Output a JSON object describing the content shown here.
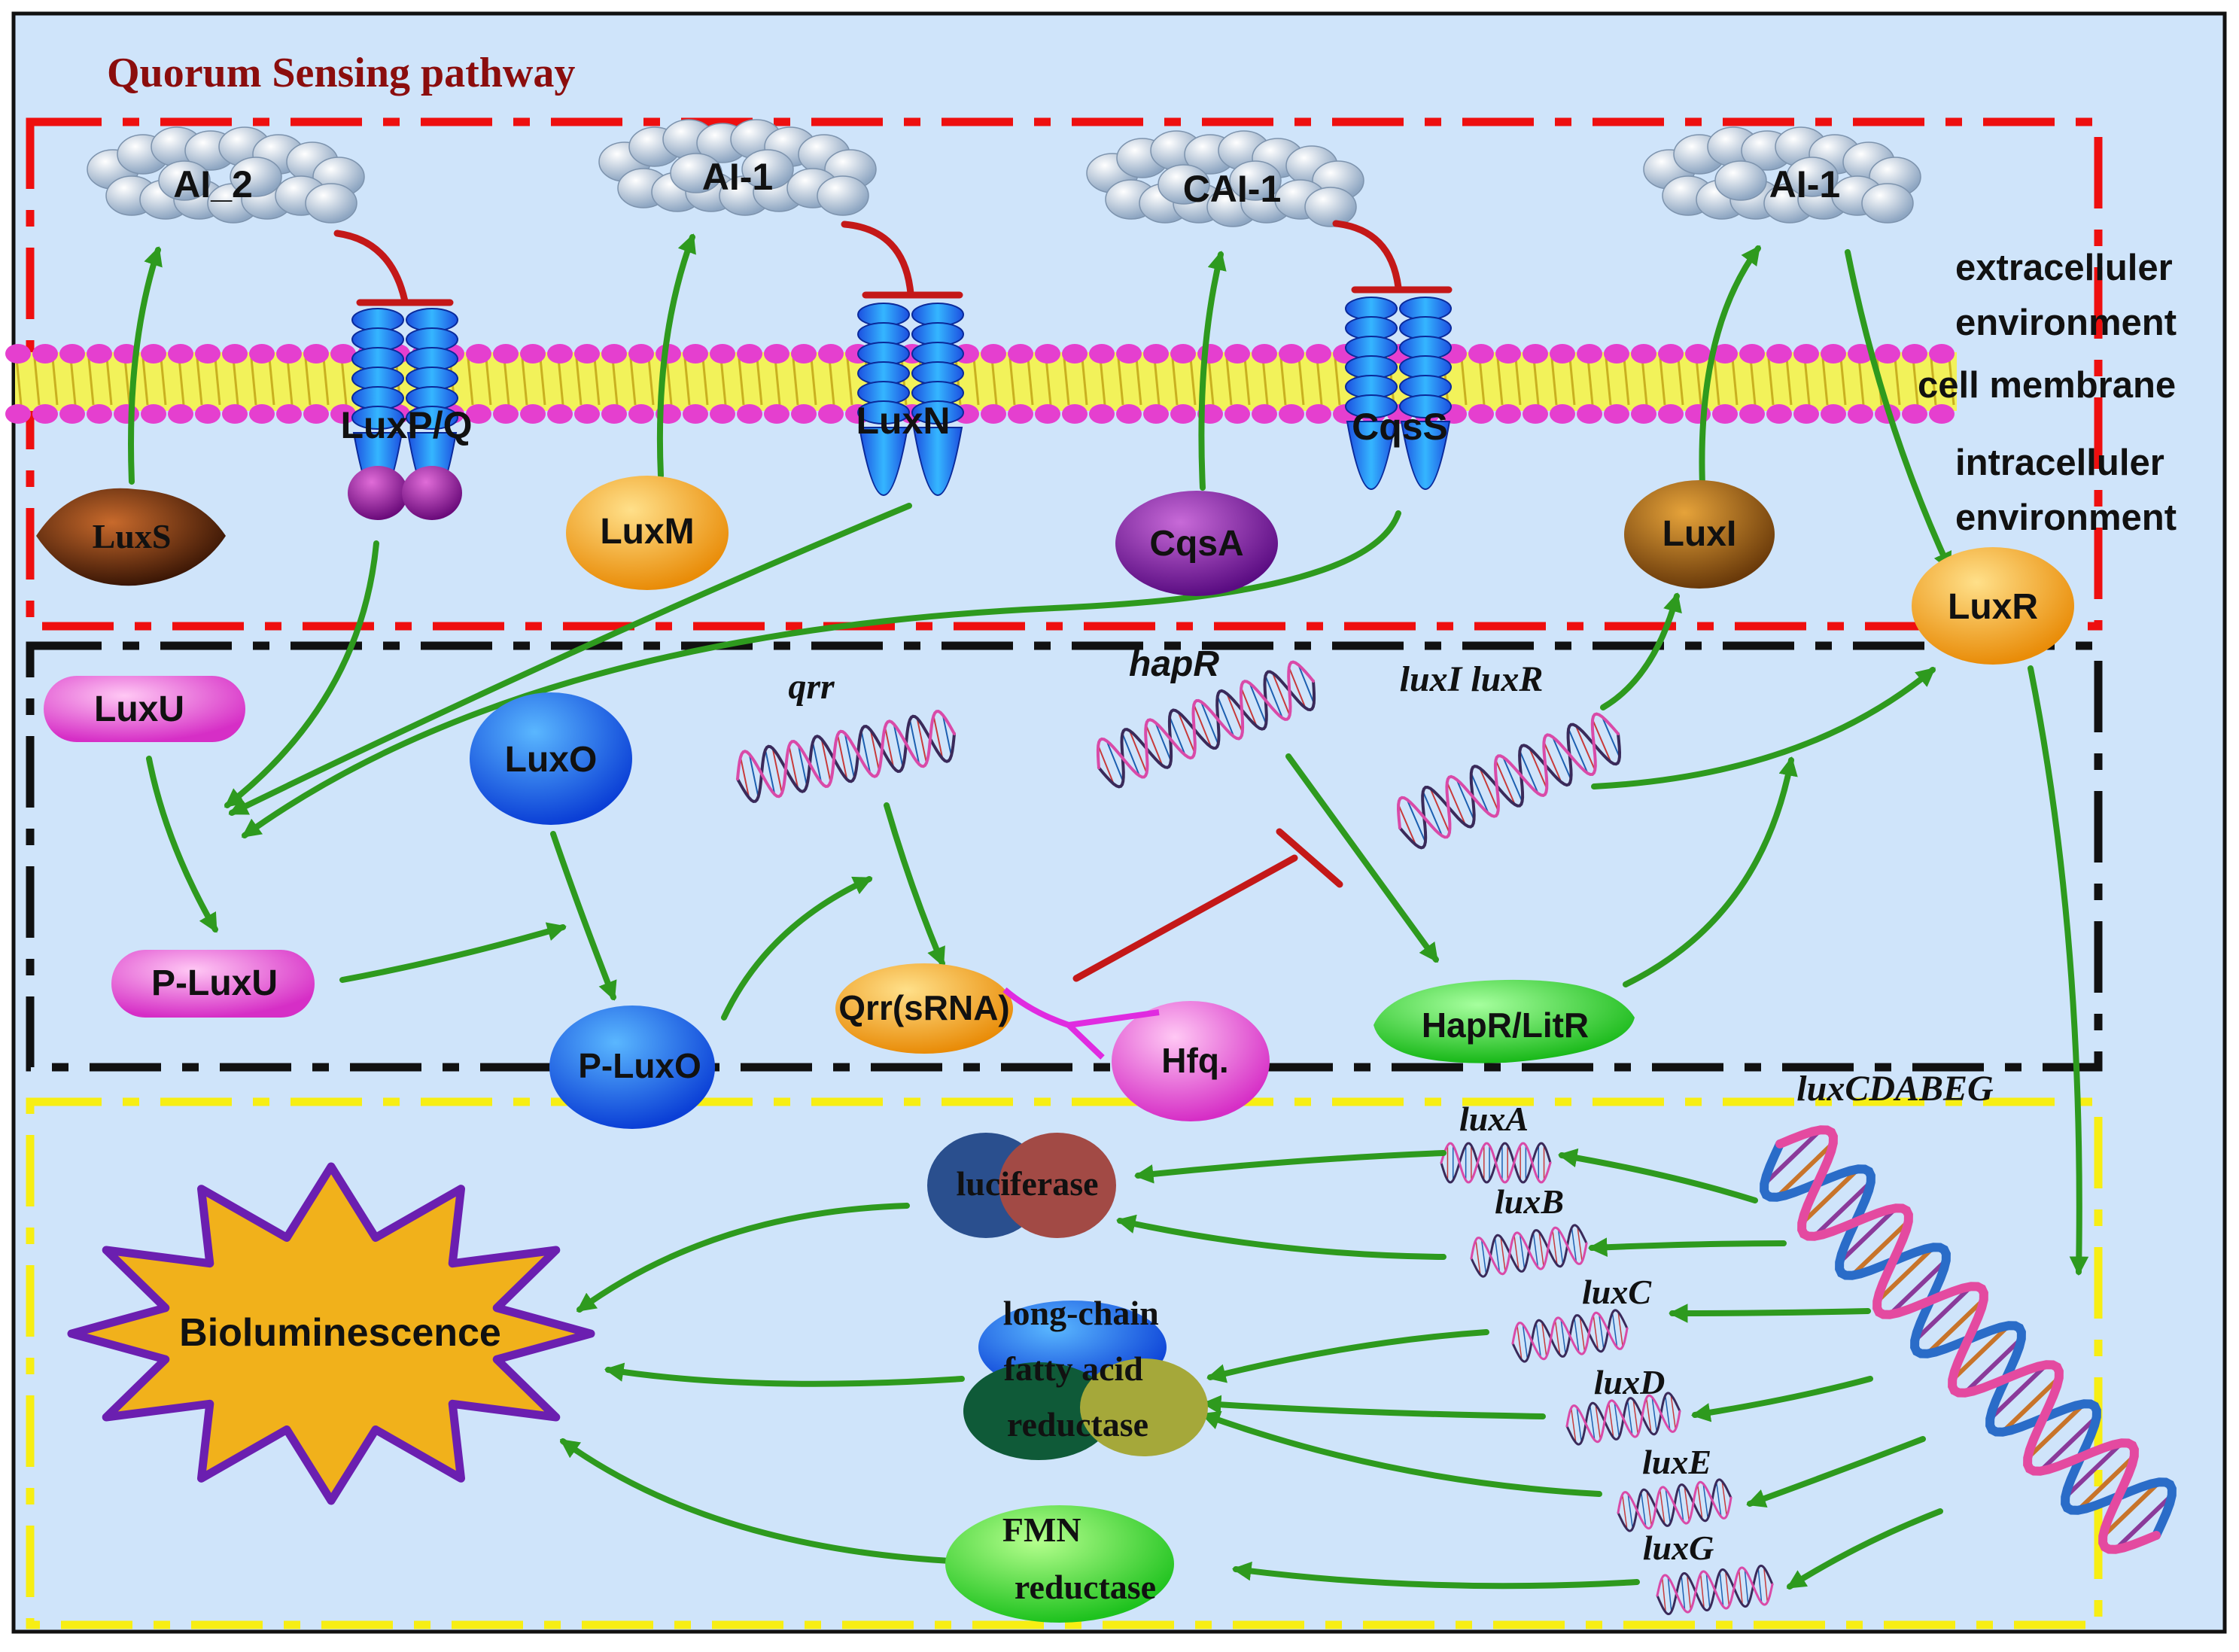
{
  "title": "Quorum Sensing pathway",
  "regions": {
    "extracellular": "extracelluler environment",
    "membrane": "cell membrane",
    "intracellular": "intracelluler environment"
  },
  "signals": {
    "ai2": "AI_2",
    "ai1_a": "AI-1",
    "cai1": "CAI-1",
    "ai1_b": "AI-1"
  },
  "receptors": {
    "luxpq": "LuxP/Q",
    "luxn": "LuxN",
    "cqss": "CqsS"
  },
  "proteins": {
    "luxs": "LuxS",
    "luxm": "LuxM",
    "cqsa": "CqsA",
    "luxi": "LuxI",
    "luxr": "LuxR",
    "luxu": "LuxU",
    "p_luxu": "P-LuxU",
    "luxo": "LuxO",
    "p_luxo": "P-LuxO",
    "qrr_srna": "Qrr(sRNA)",
    "hfq": "Hfq.",
    "hapr_litr": "HapR/LitR"
  },
  "genes": {
    "qrr": "qrr",
    "hapr": "hapR",
    "luxi_luxr": "luxI luxR",
    "operon": "luxCDABEG",
    "luxa": "luxA",
    "luxb": "luxB",
    "luxc": "luxC",
    "luxd": "luxD",
    "luxe": "luxE",
    "luxg": "luxG"
  },
  "enzymes": {
    "luciferase": "luciferase",
    "reductase_1": "long-chain",
    "reductase_2": "fatty acid",
    "reductase_3": "reductase",
    "fmn_1": "FMN",
    "fmn_2": "reductase"
  },
  "output": "Bioluminescence",
  "colors": {
    "background": "#cfe4fa",
    "arrow": "#2e9a1e",
    "inhibit": "#c41818",
    "membrane_head": "#e53fcf",
    "title": "#8b0d0d",
    "box_red": "#ee0f0f",
    "box_black": "#111111",
    "box_yellow": "#f7ee14"
  }
}
